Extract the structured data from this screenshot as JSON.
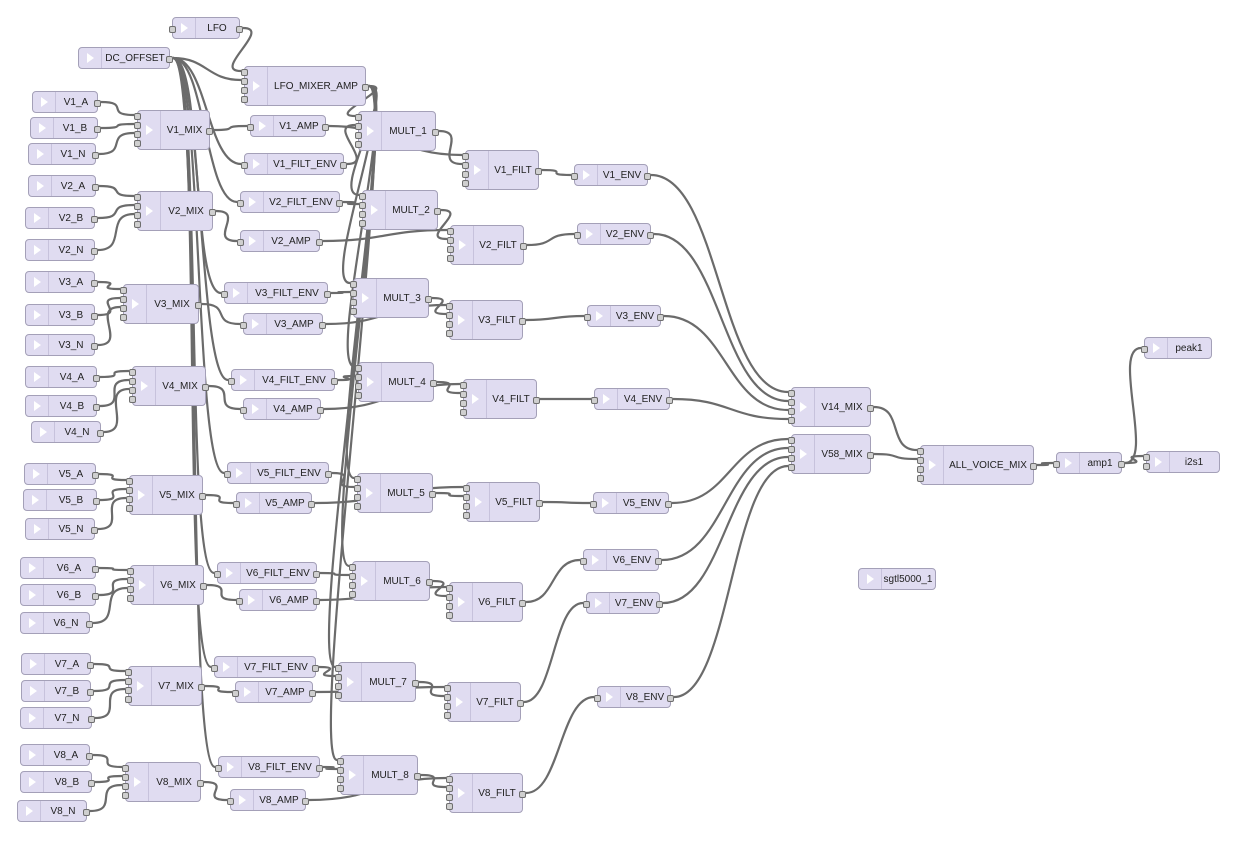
{
  "colors": {
    "node_fill": "#e0dcf1",
    "node_border": "#a4a0b8",
    "wire": "#6b6b6b"
  },
  "nodes": [
    {
      "id": "lfo",
      "label": "LFO",
      "shape": "source"
    },
    {
      "id": "dc_offset",
      "label": "DC_OFFSET",
      "shape": "source"
    },
    {
      "id": "lfo_mixer_amp",
      "label": "LFO_MIXER_AMP",
      "shape": "block"
    },
    {
      "id": "v1_a",
      "label": "V1_A",
      "shape": "source"
    },
    {
      "id": "v1_b",
      "label": "V1_B",
      "shape": "source"
    },
    {
      "id": "v1_n",
      "label": "V1_N",
      "shape": "source"
    },
    {
      "id": "v1_mix",
      "label": "V1_MIX",
      "shape": "block"
    },
    {
      "id": "v1_amp",
      "label": "V1_AMP",
      "shape": "block"
    },
    {
      "id": "v1_filt_env",
      "label": "V1_FILT_ENV",
      "shape": "block"
    },
    {
      "id": "mult_1",
      "label": "MULT_1",
      "shape": "block"
    },
    {
      "id": "v1_filt",
      "label": "V1_FILT",
      "shape": "block"
    },
    {
      "id": "v1_env",
      "label": "V1_ENV",
      "shape": "block"
    },
    {
      "id": "v2_a",
      "label": "V2_A",
      "shape": "source"
    },
    {
      "id": "v2_b",
      "label": "V2_B",
      "shape": "source"
    },
    {
      "id": "v2_n",
      "label": "V2_N",
      "shape": "source"
    },
    {
      "id": "v2_mix",
      "label": "V2_MIX",
      "shape": "block"
    },
    {
      "id": "v2_filt_env",
      "label": "V2_FILT_ENV",
      "shape": "block"
    },
    {
      "id": "mult_2",
      "label": "MULT_2",
      "shape": "block"
    },
    {
      "id": "v2_amp",
      "label": "V2_AMP",
      "shape": "block"
    },
    {
      "id": "v2_filt",
      "label": "V2_FILT",
      "shape": "block"
    },
    {
      "id": "v2_env",
      "label": "V2_ENV",
      "shape": "block"
    },
    {
      "id": "v3_a",
      "label": "V3_A",
      "shape": "source"
    },
    {
      "id": "v3_b",
      "label": "V3_B",
      "shape": "source"
    },
    {
      "id": "v3_n",
      "label": "V3_N",
      "shape": "source"
    },
    {
      "id": "v3_mix",
      "label": "V3_MIX",
      "shape": "block"
    },
    {
      "id": "v3_filt_env",
      "label": "V3_FILT_ENV",
      "shape": "block"
    },
    {
      "id": "mult_3",
      "label": "MULT_3",
      "shape": "block"
    },
    {
      "id": "v3_amp",
      "label": "V3_AMP",
      "shape": "block"
    },
    {
      "id": "v3_filt",
      "label": "V3_FILT",
      "shape": "block"
    },
    {
      "id": "v3_env",
      "label": "V3_ENV",
      "shape": "block"
    },
    {
      "id": "v4_a",
      "label": "V4_A",
      "shape": "source"
    },
    {
      "id": "v4_b",
      "label": "V4_B",
      "shape": "source"
    },
    {
      "id": "v4_n",
      "label": "V4_N",
      "shape": "source"
    },
    {
      "id": "v4_mix",
      "label": "V4_MIX",
      "shape": "block"
    },
    {
      "id": "v4_filt_env",
      "label": "V4_FILT_ENV",
      "shape": "block"
    },
    {
      "id": "mult_4",
      "label": "MULT_4",
      "shape": "block"
    },
    {
      "id": "v4_amp",
      "label": "V4_AMP",
      "shape": "block"
    },
    {
      "id": "v4_filt",
      "label": "V4_FILT",
      "shape": "block"
    },
    {
      "id": "v4_env",
      "label": "V4_ENV",
      "shape": "block"
    },
    {
      "id": "v5_a",
      "label": "V5_A",
      "shape": "source"
    },
    {
      "id": "v5_b",
      "label": "V5_B",
      "shape": "source"
    },
    {
      "id": "v5_n",
      "label": "V5_N",
      "shape": "source"
    },
    {
      "id": "v5_mix",
      "label": "V5_MIX",
      "shape": "block"
    },
    {
      "id": "v5_filt_env",
      "label": "V5_FILT_ENV",
      "shape": "block"
    },
    {
      "id": "mult_5",
      "label": "MULT_5",
      "shape": "block"
    },
    {
      "id": "v5_amp",
      "label": "V5_AMP",
      "shape": "block"
    },
    {
      "id": "v5_filt",
      "label": "V5_FILT",
      "shape": "block"
    },
    {
      "id": "v5_env",
      "label": "V5_ENV",
      "shape": "block"
    },
    {
      "id": "v6_a",
      "label": "V6_A",
      "shape": "source"
    },
    {
      "id": "v6_b",
      "label": "V6_B",
      "shape": "source"
    },
    {
      "id": "v6_n",
      "label": "V6_N",
      "shape": "source"
    },
    {
      "id": "v6_mix",
      "label": "V6_MIX",
      "shape": "block"
    },
    {
      "id": "v6_filt_env",
      "label": "V6_FILT_ENV",
      "shape": "block"
    },
    {
      "id": "mult_6",
      "label": "MULT_6",
      "shape": "block"
    },
    {
      "id": "v6_amp",
      "label": "V6_AMP",
      "shape": "block"
    },
    {
      "id": "v6_filt",
      "label": "V6_FILT",
      "shape": "block"
    },
    {
      "id": "v6_env",
      "label": "V6_ENV",
      "shape": "block"
    },
    {
      "id": "v7_a",
      "label": "V7_A",
      "shape": "source"
    },
    {
      "id": "v7_b",
      "label": "V7_B",
      "shape": "source"
    },
    {
      "id": "v7_n",
      "label": "V7_N",
      "shape": "source"
    },
    {
      "id": "v7_mix",
      "label": "V7_MIX",
      "shape": "block"
    },
    {
      "id": "v7_filt_env",
      "label": "V7_FILT_ENV",
      "shape": "block"
    },
    {
      "id": "mult_7",
      "label": "MULT_7",
      "shape": "block"
    },
    {
      "id": "v7_amp",
      "label": "V7_AMP",
      "shape": "block"
    },
    {
      "id": "v7_filt",
      "label": "V7_FILT",
      "shape": "block"
    },
    {
      "id": "v7_env",
      "label": "V7_ENV",
      "shape": "block"
    },
    {
      "id": "v8_a",
      "label": "V8_A",
      "shape": "source"
    },
    {
      "id": "v8_b",
      "label": "V8_B",
      "shape": "source"
    },
    {
      "id": "v8_n",
      "label": "V8_N",
      "shape": "source"
    },
    {
      "id": "v8_mix",
      "label": "V8_MIX",
      "shape": "block"
    },
    {
      "id": "v8_filt_env",
      "label": "V8_FILT_ENV",
      "shape": "block"
    },
    {
      "id": "mult_8",
      "label": "MULT_8",
      "shape": "block"
    },
    {
      "id": "v8_amp",
      "label": "V8_AMP",
      "shape": "block"
    },
    {
      "id": "v8_filt",
      "label": "V8_FILT",
      "shape": "block"
    },
    {
      "id": "v8_env",
      "label": "V8_ENV",
      "shape": "block"
    },
    {
      "id": "v14_mix",
      "label": "V14_MIX",
      "shape": "block"
    },
    {
      "id": "v58_mix",
      "label": "V58_MIX",
      "shape": "block"
    },
    {
      "id": "all_voice_mix",
      "label": "ALL_VOICE_MIX",
      "shape": "block"
    },
    {
      "id": "amp1",
      "label": "amp1",
      "shape": "block"
    },
    {
      "id": "peak1",
      "label": "peak1",
      "shape": "sink"
    },
    {
      "id": "i2s1",
      "label": "i2s1",
      "shape": "sink"
    },
    {
      "id": "sgtl5000_1",
      "label": "sgtl5000_1",
      "shape": "block"
    }
  ],
  "connections": [
    [
      "lfo",
      "lfo_mixer_amp"
    ],
    [
      "dc_offset",
      "lfo_mixer_amp"
    ],
    [
      "lfo_mixer_amp",
      "mult_1"
    ],
    [
      "lfo_mixer_amp",
      "mult_2"
    ],
    [
      "lfo_mixer_amp",
      "mult_3"
    ],
    [
      "lfo_mixer_amp",
      "mult_4"
    ],
    [
      "lfo_mixer_amp",
      "mult_5"
    ],
    [
      "lfo_mixer_amp",
      "mult_6"
    ],
    [
      "lfo_mixer_amp",
      "mult_7"
    ],
    [
      "lfo_mixer_amp",
      "mult_8"
    ],
    [
      "dc_offset",
      "v1_filt_env"
    ],
    [
      "dc_offset",
      "v2_filt_env"
    ],
    [
      "dc_offset",
      "v3_filt_env"
    ],
    [
      "dc_offset",
      "v4_filt_env"
    ],
    [
      "dc_offset",
      "v5_filt_env"
    ],
    [
      "dc_offset",
      "v6_filt_env"
    ],
    [
      "dc_offset",
      "v7_filt_env"
    ],
    [
      "dc_offset",
      "v8_filt_env"
    ],
    [
      "v1_a",
      "v1_mix"
    ],
    [
      "v1_b",
      "v1_mix"
    ],
    [
      "v1_n",
      "v1_mix"
    ],
    [
      "v1_mix",
      "v1_amp"
    ],
    [
      "v1_amp",
      "v1_filt"
    ],
    [
      "v1_filt_env",
      "mult_1"
    ],
    [
      "mult_1",
      "v1_filt"
    ],
    [
      "v1_filt",
      "v1_env"
    ],
    [
      "v2_a",
      "v2_mix"
    ],
    [
      "v2_b",
      "v2_mix"
    ],
    [
      "v2_n",
      "v2_mix"
    ],
    [
      "v2_mix",
      "v2_amp"
    ],
    [
      "v2_amp",
      "v2_filt"
    ],
    [
      "v2_filt_env",
      "mult_2"
    ],
    [
      "mult_2",
      "v2_filt"
    ],
    [
      "v2_filt",
      "v2_env"
    ],
    [
      "v3_a",
      "v3_mix"
    ],
    [
      "v3_b",
      "v3_mix"
    ],
    [
      "v3_n",
      "v3_mix"
    ],
    [
      "v3_mix",
      "v3_amp"
    ],
    [
      "v3_amp",
      "v3_filt"
    ],
    [
      "v3_filt_env",
      "mult_3"
    ],
    [
      "mult_3",
      "v3_filt"
    ],
    [
      "v3_filt",
      "v3_env"
    ],
    [
      "v4_a",
      "v4_mix"
    ],
    [
      "v4_b",
      "v4_mix"
    ],
    [
      "v4_n",
      "v4_mix"
    ],
    [
      "v4_mix",
      "v4_amp"
    ],
    [
      "v4_amp",
      "v4_filt"
    ],
    [
      "v4_filt_env",
      "mult_4"
    ],
    [
      "mult_4",
      "v4_filt"
    ],
    [
      "v4_filt",
      "v4_env"
    ],
    [
      "v5_a",
      "v5_mix"
    ],
    [
      "v5_b",
      "v5_mix"
    ],
    [
      "v5_n",
      "v5_mix"
    ],
    [
      "v5_mix",
      "v5_amp"
    ],
    [
      "v5_amp",
      "v5_filt"
    ],
    [
      "v5_filt_env",
      "mult_5"
    ],
    [
      "mult_5",
      "v5_filt"
    ],
    [
      "v5_filt",
      "v5_env"
    ],
    [
      "v6_a",
      "v6_mix"
    ],
    [
      "v6_b",
      "v6_mix"
    ],
    [
      "v6_n",
      "v6_mix"
    ],
    [
      "v6_mix",
      "v6_amp"
    ],
    [
      "v6_amp",
      "v6_filt"
    ],
    [
      "v6_filt_env",
      "mult_6"
    ],
    [
      "mult_6",
      "v6_filt"
    ],
    [
      "v6_filt",
      "v6_env"
    ],
    [
      "v7_a",
      "v7_mix"
    ],
    [
      "v7_b",
      "v7_mix"
    ],
    [
      "v7_n",
      "v7_mix"
    ],
    [
      "v7_mix",
      "v7_amp"
    ],
    [
      "v7_amp",
      "v7_filt"
    ],
    [
      "v7_filt_env",
      "mult_7"
    ],
    [
      "mult_7",
      "v7_filt"
    ],
    [
      "v7_filt",
      "v7_env"
    ],
    [
      "v8_a",
      "v8_mix"
    ],
    [
      "v8_b",
      "v8_mix"
    ],
    [
      "v8_n",
      "v8_mix"
    ],
    [
      "v8_mix",
      "v8_amp"
    ],
    [
      "v8_amp",
      "v8_filt"
    ],
    [
      "v8_filt_env",
      "mult_8"
    ],
    [
      "mult_8",
      "v8_filt"
    ],
    [
      "v8_filt",
      "v8_env"
    ],
    [
      "v1_env",
      "v14_mix"
    ],
    [
      "v2_env",
      "v14_mix"
    ],
    [
      "v3_env",
      "v14_mix"
    ],
    [
      "v4_env",
      "v14_mix"
    ],
    [
      "v5_env",
      "v58_mix"
    ],
    [
      "v6_env",
      "v58_mix"
    ],
    [
      "v7_env",
      "v58_mix"
    ],
    [
      "v8_env",
      "v58_mix"
    ],
    [
      "v14_mix",
      "all_voice_mix"
    ],
    [
      "v58_mix",
      "all_voice_mix"
    ],
    [
      "all_voice_mix",
      "amp1"
    ],
    [
      "amp1",
      "peak1"
    ],
    [
      "amp1",
      "i2s1"
    ]
  ]
}
